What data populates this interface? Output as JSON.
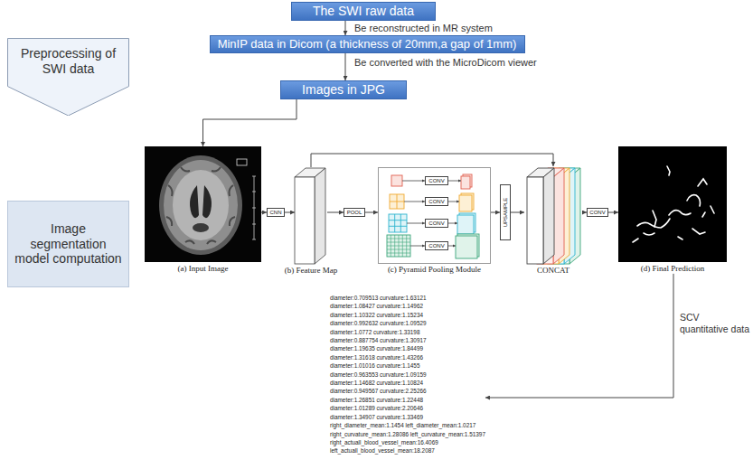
{
  "diagram": {
    "nodes": [
      {
        "text": [
          "Preprocessing of SWI data"
        ]
      },
      {
        "text": [
          "The SWI raw data"
        ]
      },
      {
        "text": [
          "MinIP data in Dicom (a thickness of 20mm,a gap of 1mm)"
        ]
      },
      {
        "text": [
          "Images in JPG"
        ]
      },
      {
        "text": [
          "Image segmentation model computation"
        ]
      },
      {
        "text": [
          "(a) Input Image"
        ]
      },
      {
        "text": [
          "CNN"
        ]
      },
      {
        "text": [
          "(b) Feature Map"
        ]
      },
      {
        "text": [
          "POOL"
        ]
      },
      {
        "text": [
          "(c) Pyramid Pooling Module"
        ]
      },
      {
        "text": [
          "CONV"
        ],
        "in": 9
      },
      {
        "text": [
          "CONV"
        ],
        "in": 9
      },
      {
        "text": [
          "CONV"
        ],
        "in": 9
      },
      {
        "text": [
          "CONV"
        ],
        "in": 9
      },
      {
        "text": [
          "UPSAMPLE"
        ]
      },
      {
        "text": [
          "CONCAT"
        ]
      },
      {
        "text": [
          "CONV"
        ]
      },
      {
        "text": [
          "(d) Final Prediction"
        ]
      },
      {
        "text": [
          "diameter:0.709513 curvature:1.63121",
          "diameter:1.08427 curvature:1.14962",
          "diameter:1.10322 curvature:1.15234",
          "diameter:0.992632 curvature:1.09529",
          "diameter:1.0772 curvature:1.33198",
          "diameter:0.887754 curvature:1.30917",
          "diameter:1.19635 curvature:1.84499",
          "diameter:1.31618 curvature:1.43266",
          "diameter:1.01016 curvature:1.1455",
          "diameter:0.963553 curvature:1.09159",
          "diameter:1.14682 curvature:1.10824",
          "diameter:0.949567 curvature:2.25266",
          "diameter:1.26851 curvature:1.22448",
          "diameter:1.01289 curvature:2.20646",
          "diameter:1.34907 curvature:1.33469",
          "right_diameter_mean:1.1454 left_diameter_mean:1.0217",
          "right_curvature_mean:1.28086 left_curvature_mean:1.51397",
          "right_actuall_blood_vessel_mean:16.4069",
          "left_actuall_blood_vessel_mean:18.2087"
        ]
      }
    ],
    "edges": [
      {
        "from": 1,
        "to": 2,
        "arrow": "to",
        "label": "Be reconstructed in MR system"
      },
      {
        "from": 2,
        "to": 3,
        "arrow": "to",
        "label": "Be converted with the MicroDicom viewer"
      },
      {
        "from": 3,
        "to": 5,
        "arrow": "to"
      },
      {
        "from": 5,
        "to": 6,
        "arrow": "to"
      },
      {
        "from": 6,
        "to": 7,
        "arrow": "to"
      },
      {
        "from": 7,
        "to": 8,
        "arrow": "to"
      },
      {
        "from": 8,
        "to": 9,
        "arrow": "to"
      },
      {
        "from": 9,
        "to": 14,
        "arrow": "to"
      },
      {
        "from": 14,
        "to": 15,
        "arrow": "to"
      },
      {
        "from": 7,
        "to": 15,
        "arrow": "to"
      },
      {
        "from": 15,
        "to": 16,
        "arrow": "to"
      },
      {
        "from": 16,
        "to": 17,
        "arrow": "to"
      },
      {
        "from": 17,
        "to": 18,
        "arrow": "to",
        "label": "SCV quantitative data"
      }
    ]
  }
}
